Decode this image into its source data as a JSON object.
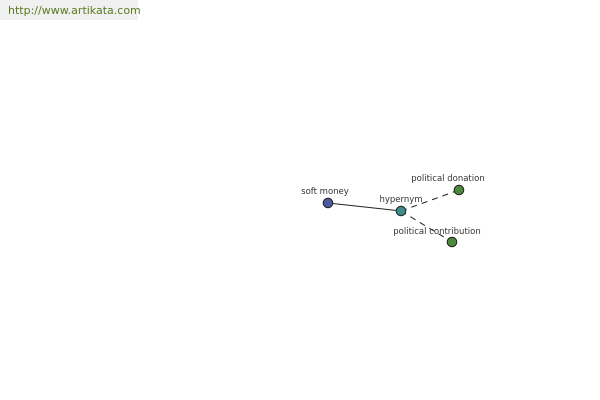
{
  "source": {
    "url_text": "http://www.artikata.com",
    "color": "#5a7a1e"
  },
  "graph": {
    "nodes": [
      {
        "id": "soft_money",
        "label": "soft money",
        "color": "#4a5a9c"
      },
      {
        "id": "hypernym",
        "label": "hypernym",
        "color": "#3b8c8c"
      },
      {
        "id": "political_donation",
        "label": "political donation",
        "color": "#4b8a3c"
      },
      {
        "id": "political_contribution",
        "label": "political contribution",
        "color": "#4b8a3c"
      }
    ],
    "edges": [
      {
        "from": "soft_money",
        "to": "hypernym",
        "style": "solid"
      },
      {
        "from": "hypernym",
        "to": "political_donation",
        "style": "dashed"
      },
      {
        "from": "hypernym",
        "to": "political_contribution",
        "style": "dashed"
      }
    ]
  }
}
